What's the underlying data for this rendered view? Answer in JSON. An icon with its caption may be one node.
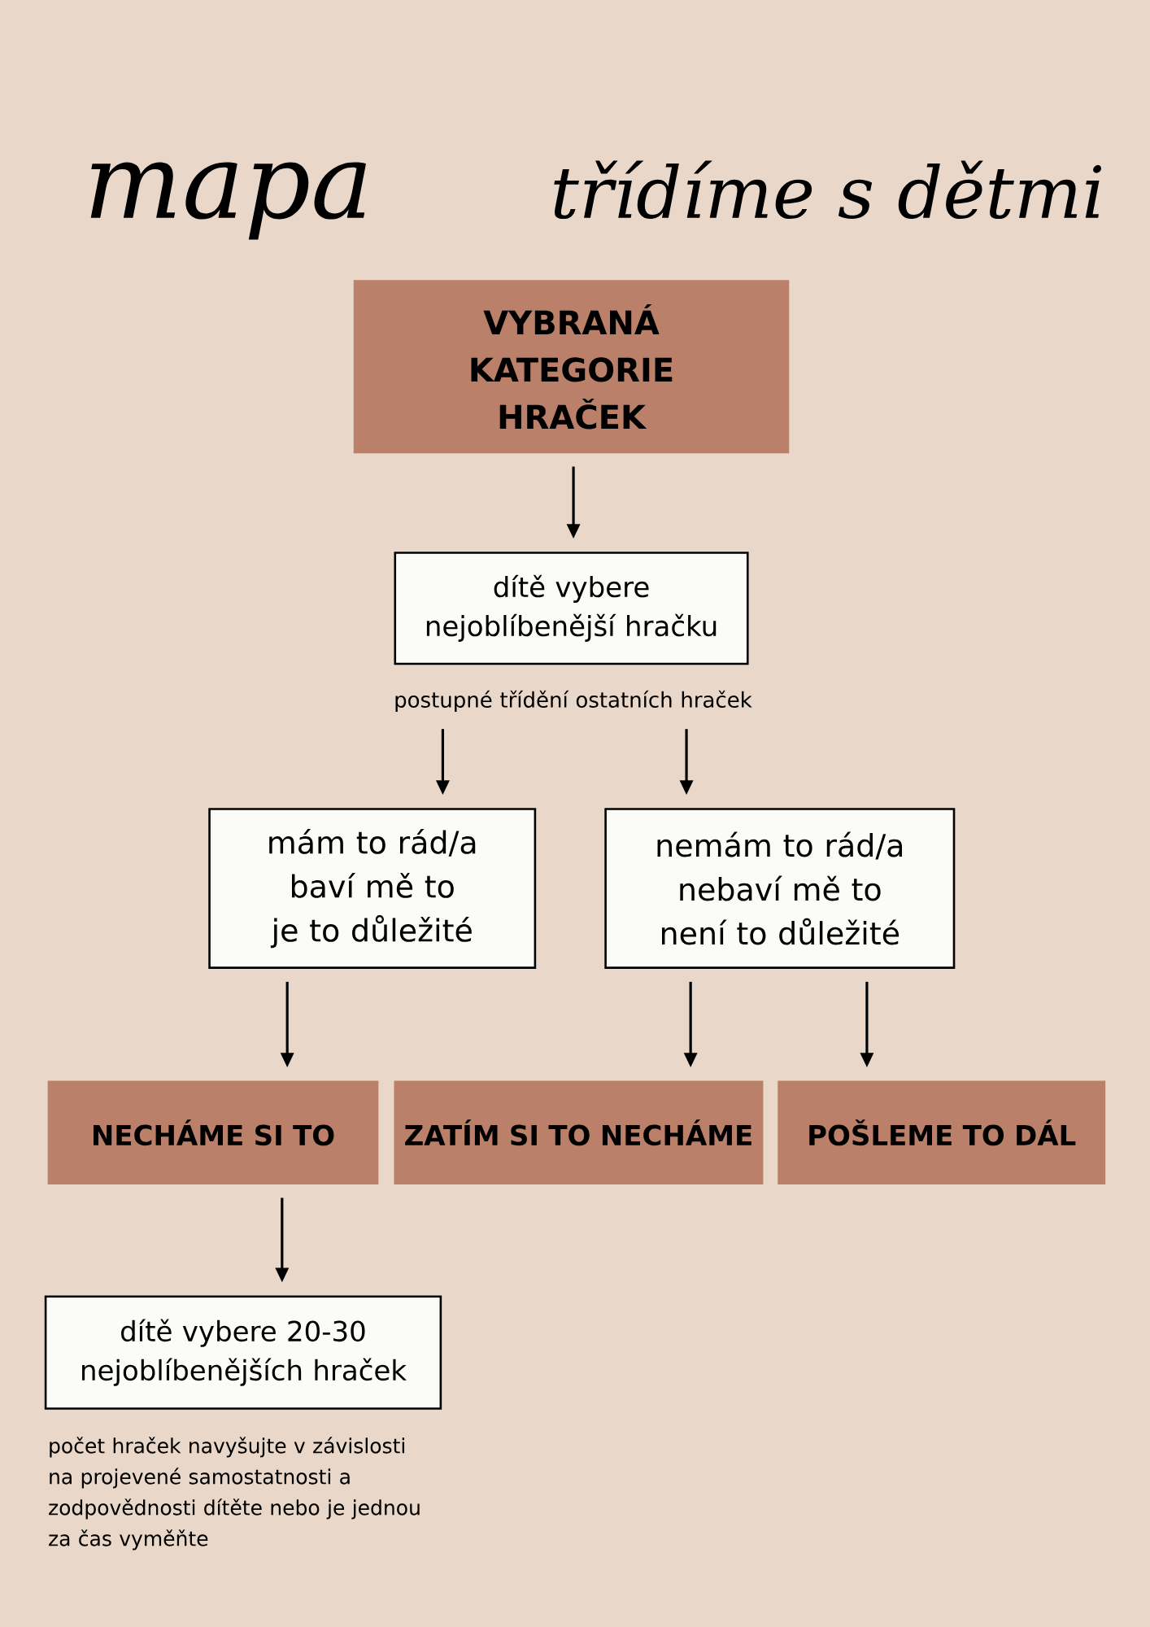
{
  "diagram": {
    "title": "mapa",
    "nodes": [
      {
        "text": [
          "VYBRANÁ KATEGORIE HRAČEK"
        ]
      },
      {
        "text": [
          "dítě vybere nejoblíbenější hračku"
        ]
      },
      {
        "text": [
          "postupné třídění ostatních hraček"
        ]
      },
      {
        "text": [
          "mám to rád/a baví mě to je to důležité"
        ]
      },
      {
        "text": [
          "nemám to rád/a nebaví mě to není to důležité"
        ]
      },
      {
        "text": [
          "NECHÁME SI TO"
        ]
      },
      {
        "text": [
          "ZATÍM SI TO NECHÁME"
        ]
      },
      {
        "text": [
          "POŠLEME TO DÁL"
        ]
      },
      {
        "text": [
          "dítě vybere 20-30 nejoblíbenějších hraček"
        ]
      }
    ],
    "edges": [
      {
        "from": 0,
        "to": 1,
        "arrow": "to"
      },
      {
        "from": 2,
        "to": 3,
        "arrow": "to"
      },
      {
        "from": 2,
        "to": 4,
        "arrow": "to"
      },
      {
        "from": 3,
        "to": 5,
        "arrow": "to"
      },
      {
        "from": 4,
        "to": 6,
        "arrow": "to"
      },
      {
        "from": 4,
        "to": 7,
        "arrow": "to"
      },
      {
        "from": 5,
        "to": 8,
        "arrow": "to"
      }
    ],
    "labels": [
      "třídíme s dětmi",
      "počet hraček navyšujte v závislosti na projevené samostatnosti a zodpovědnosti dítěte nebo je jednou za čas vyměňte"
    ]
  }
}
